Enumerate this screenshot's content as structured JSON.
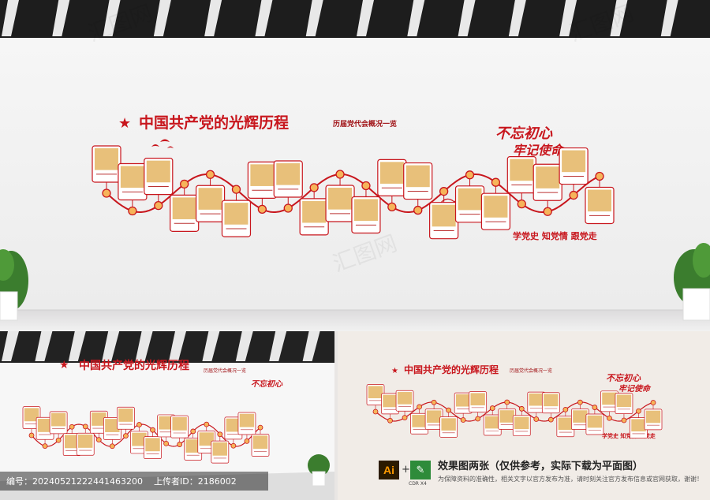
{
  "design": {
    "title": "中国共产党的光辉历程",
    "subtitle": "历届党代会概况一览",
    "slogan_calligraphy": [
      "不忘初心",
      "牢记使命"
    ],
    "slogan_bottom": "学党史  知党情  跟党走",
    "star_icon": "star-icon",
    "accent_color": "#c8161d",
    "card_photo_color": "#e8c07a"
  },
  "info_bar": {
    "id_label": "编号：",
    "id_value": "20240521222441463200",
    "uploader_label": "上传者ID：",
    "uploader_value": "2186002"
  },
  "caption": {
    "title": "效果图两张（仅供参考，实际下载为平面图）",
    "note": "为保障资料的准确性，相关文字以官方发布为准，请时刻关注官方发布信息或官网获取，谢谢！"
  },
  "software": {
    "ai_label": "Ai",
    "plus": "+",
    "cdr_label": "CDR X4"
  },
  "watermark": "汇图网"
}
